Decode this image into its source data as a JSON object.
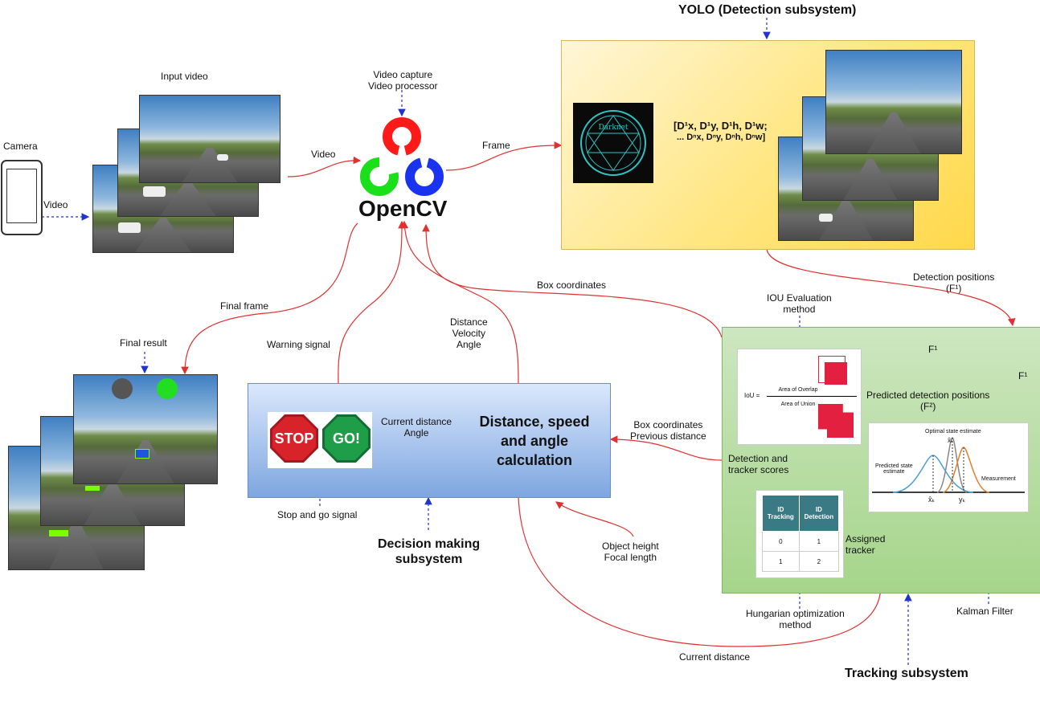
{
  "titles": {
    "yolo": "YOLO (Detection subsystem)",
    "decision_line1": "Decision making",
    "decision_line2": "subsystem",
    "tracking": "Tracking subsystem"
  },
  "labels": {
    "camera": "Camera",
    "video_left": "Video",
    "input_video": "Input video",
    "video_mid": "Video",
    "capture_line1": "Video capture",
    "capture_line2": "Video processor",
    "opencv": "OpenCV",
    "frame": "Frame",
    "detect_coords_line1": "[D¹x, D¹y, D¹h, D¹w;",
    "detect_coords_line2": "... Dⁿx, Dⁿy, Dⁿh, Dⁿw]",
    "darknet": "Darknet",
    "box_coordinates": "Box coordinates",
    "detection_positions_line1": "Detection positions",
    "detection_positions_line2": "(F¹)",
    "iou_line1": "IOU Evaluation",
    "iou_line2": "method",
    "f1_a": "F¹",
    "f1_b": "F¹",
    "predicted_line1": "Predicted detection positions",
    "predicted_line2": "(F²)",
    "final_frame": "Final frame",
    "final_result": "Final result",
    "warning_signal": "Warning signal",
    "dva_line1": "Distance",
    "dva_line2": "Velocity",
    "dva_line3": "Angle",
    "current_distance_line1": "Current distance",
    "current_distance_line2": "Angle",
    "dist_title_line1": "Distance, speed",
    "dist_title_line2": "and angle",
    "dist_title_line3": "calculation",
    "box_prev_line1": "Box coordinates",
    "box_prev_line2": "Previous distance",
    "stop_go_signal": "Stop and go signal",
    "object_height_line1": "Object height",
    "object_height_line2": "Focal length",
    "detection_scores_line1": "Detection and",
    "detection_scores_line2": "tracker scores",
    "assigned_line1": "Assigned",
    "assigned_line2": "tracker",
    "hungarian_line1": "Hungarian optimization",
    "hungarian_line2": "method",
    "kalman": "Kalman Filter",
    "current_distance_bottom": "Current distance",
    "stop": "STOP",
    "go": "GO!"
  },
  "iou": {
    "prefix": "IoU =",
    "numerator": "Area of Overlap",
    "denominator": "Area of Union"
  },
  "kalman_plot": {
    "title": "Optimal state estimate",
    "predicted_line1": "Predicted state",
    "predicted_line2": "estimate",
    "measurement": "Measurement",
    "x_hat_k": "x̂ₖ",
    "y_k": "yₖ",
    "x_hat_top": "x̂ₖ"
  },
  "id_table": {
    "headers": [
      "ID Tracking",
      "ID Detection"
    ],
    "rows": [
      [
        "0",
        "1"
      ],
      [
        "1",
        "2"
      ]
    ]
  },
  "colors": {
    "arrow_red": "#e03030",
    "arrow_blue": "#2233cc",
    "ocv_red": "#ff1a1a",
    "ocv_green": "#19e019",
    "ocv_blue": "#1a33ee",
    "light_off": "#555555",
    "light_green": "#22dd22",
    "stop_red": "#d8232a",
    "go_green": "#1f9e4a"
  }
}
